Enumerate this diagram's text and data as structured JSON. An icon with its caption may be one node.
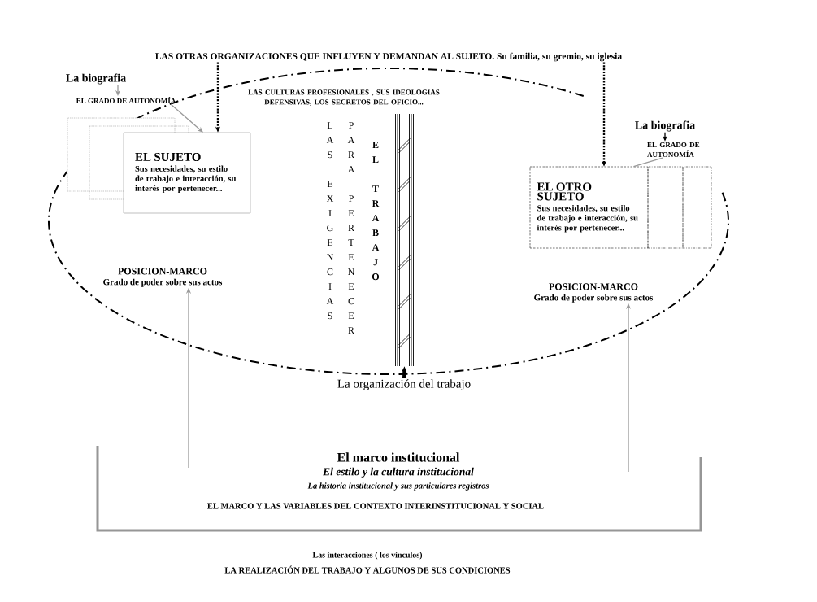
{
  "diagram": {
    "nodes": [
      {
        "text": [
          "LAS OTRAS ORGANIZACIONES QUE INFLUYEN Y DEMANDAN AL SUJETO. Su familia, su gremio, su iglesia"
        ]
      },
      {
        "text": [
          "La biografia"
        ]
      },
      {
        "text": [
          "EL GRADO DE AUTONOMÍA"
        ]
      },
      {
        "text": [
          "EL SUJETO",
          "Sus necesidades, su estilo de trabajo e interacción, su interés por pertenecer..."
        ]
      },
      {
        "text": [
          "POSICION-MARCO",
          "Grado de poder sobre sus actos"
        ]
      },
      {
        "text": [],
        "shape": "picture"
      },
      {
        "text": [
          "La organización del trabajo"
        ]
      },
      {
        "text": [
          "La biografia"
        ]
      },
      {
        "text": [
          "EL GRADO DE AUTONOMÍA"
        ]
      },
      {
        "text": [
          "EL OTRO SUJETO",
          "Sus necesidades, su estilo de trabajo e interacción, su interés por pertenecer..."
        ]
      },
      {
        "text": [],
        "shape": "box"
      },
      {
        "text": [],
        "shape": "box"
      },
      {
        "text": [
          "POSICION-MARCO",
          "Grado de poder sobre sus actos"
        ]
      }
    ],
    "edges": [
      {
        "from": 0,
        "to": 3,
        "arrow": "to",
        "style": "dashed",
        "color": "#000000"
      },
      {
        "from": 0,
        "to": 9,
        "arrow": "to",
        "style": "dashed",
        "color": "#000000"
      },
      {
        "from": 1,
        "to": 2,
        "arrow": "to"
      },
      {
        "from": 2,
        "to": 3,
        "arrow": "to"
      },
      {
        "from": 6,
        "to": 5,
        "arrow": "to",
        "style": "thick",
        "color": "#000000"
      },
      {
        "from": 7,
        "to": 8,
        "arrow": "to",
        "color": "#000000"
      },
      {
        "from": 8,
        "to": 9,
        "arrow": "none"
      },
      {
        "from": null,
        "to": 4,
        "arrow": "to"
      },
      {
        "from": null,
        "to": 12,
        "arrow": "to"
      }
    ],
    "labels": [
      "LAS CULTURAS PROFESIONALES , SUS IDEOLOGIAS DEFENSIVAS, LOS SECRETOS DEL OFICIO...",
      "LAS EXIGENCIAS",
      "PARA PERTENECER",
      "EL TRABAJO",
      "El marco institucional",
      "El estilo y la cultura institucional",
      "La historia institucional y sus particulares registros",
      "EL MARCO Y LAS VARIABLES DEL CONTEXTO INTERINSTITUCIONAL Y SOCIAL",
      "Las interacciones ( los vínculos)",
      "LA REALIZACIÓN DEL TRABAJO Y ALGUNOS DE SUS CONDICIONES"
    ]
  }
}
